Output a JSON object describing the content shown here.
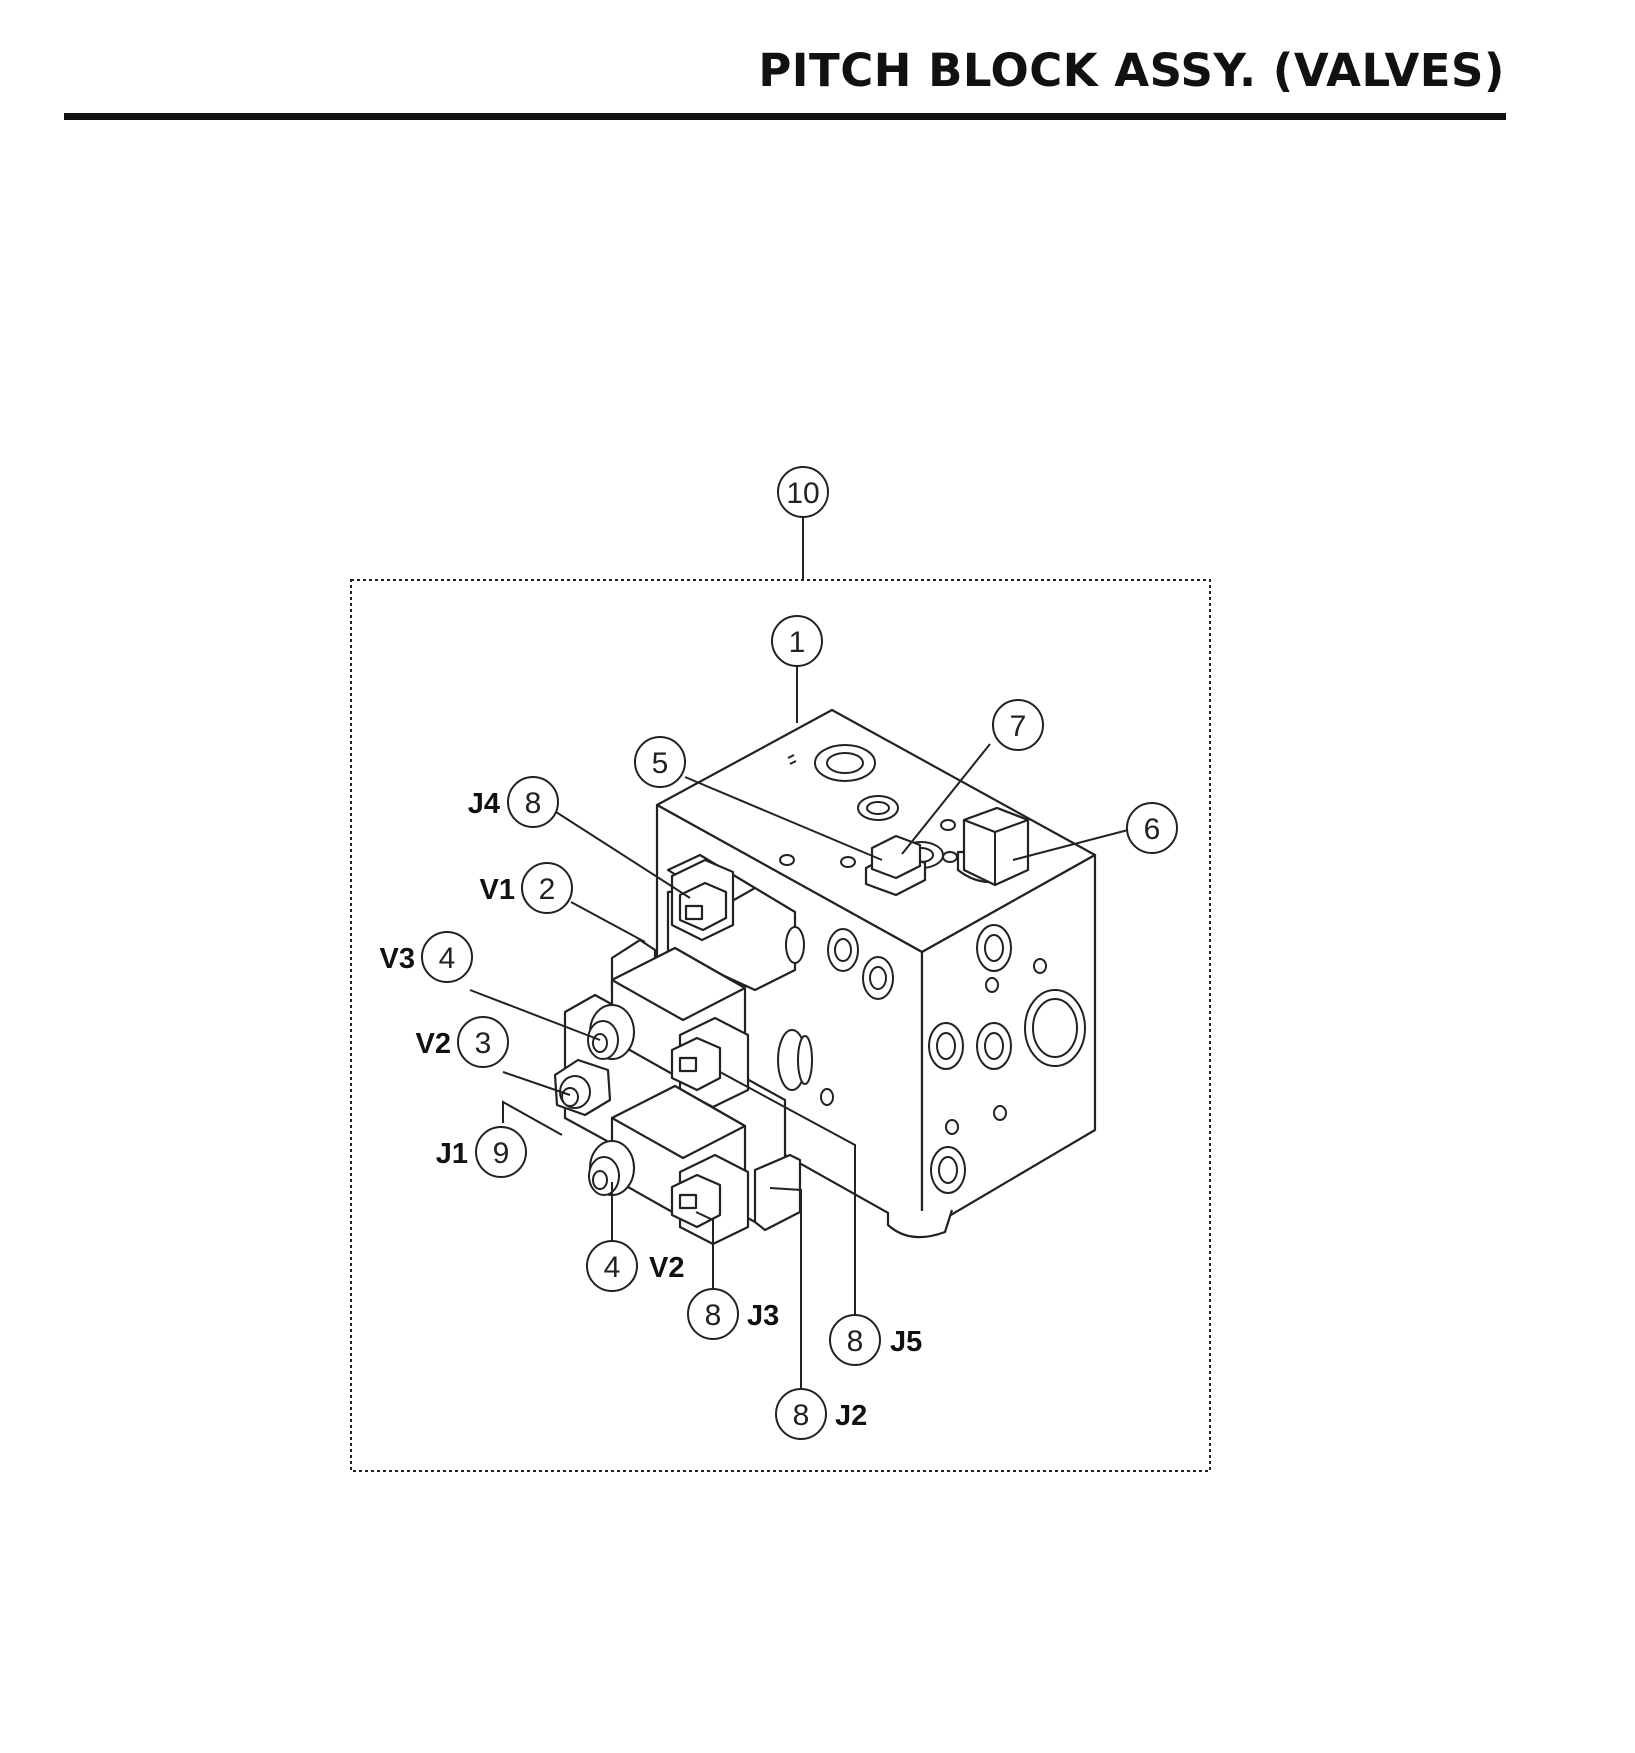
{
  "title": "PITCH BLOCK ASSY. (VALVES)",
  "callouts": [
    {
      "id": "c10",
      "number": "10",
      "label": ""
    },
    {
      "id": "c1",
      "number": "1",
      "label": ""
    },
    {
      "id": "c7",
      "number": "7",
      "label": ""
    },
    {
      "id": "c5",
      "number": "5",
      "label": ""
    },
    {
      "id": "c6",
      "number": "6",
      "label": ""
    },
    {
      "id": "c8-j4",
      "number": "8",
      "label": "J4"
    },
    {
      "id": "c2-v1",
      "number": "2",
      "label": "V1"
    },
    {
      "id": "c4-v3",
      "number": "4",
      "label": "V3"
    },
    {
      "id": "c3-v2",
      "number": "3",
      "label": "V2"
    },
    {
      "id": "c9-j1",
      "number": "9",
      "label": "J1"
    },
    {
      "id": "c4-v2",
      "number": "4",
      "label": "V2"
    },
    {
      "id": "c8-j3",
      "number": "8",
      "label": "J3"
    },
    {
      "id": "c8-j5",
      "number": "8",
      "label": "J5"
    },
    {
      "id": "c8-j2",
      "number": "8",
      "label": "J2"
    }
  ]
}
